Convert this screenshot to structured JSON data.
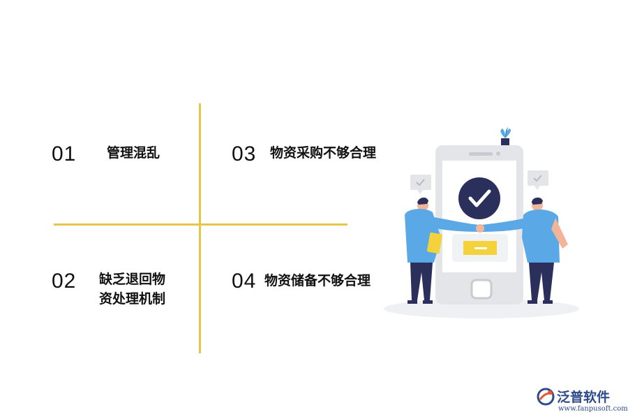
{
  "items": [
    {
      "number": "01",
      "label": "管理混乱"
    },
    {
      "number": "02",
      "label_line1": "缺乏退回物",
      "label_line2": "资处理机制"
    },
    {
      "number": "03",
      "label": "物资采购不够合理"
    },
    {
      "number": "04",
      "label": "物资储备不够合理"
    }
  ],
  "logo": {
    "name": "泛普软件",
    "url": "www.fanpusoft.com"
  },
  "colors": {
    "accent": "#e8c547",
    "figure_blue": "#5aa9e6",
    "navy": "#2a2f5b"
  }
}
